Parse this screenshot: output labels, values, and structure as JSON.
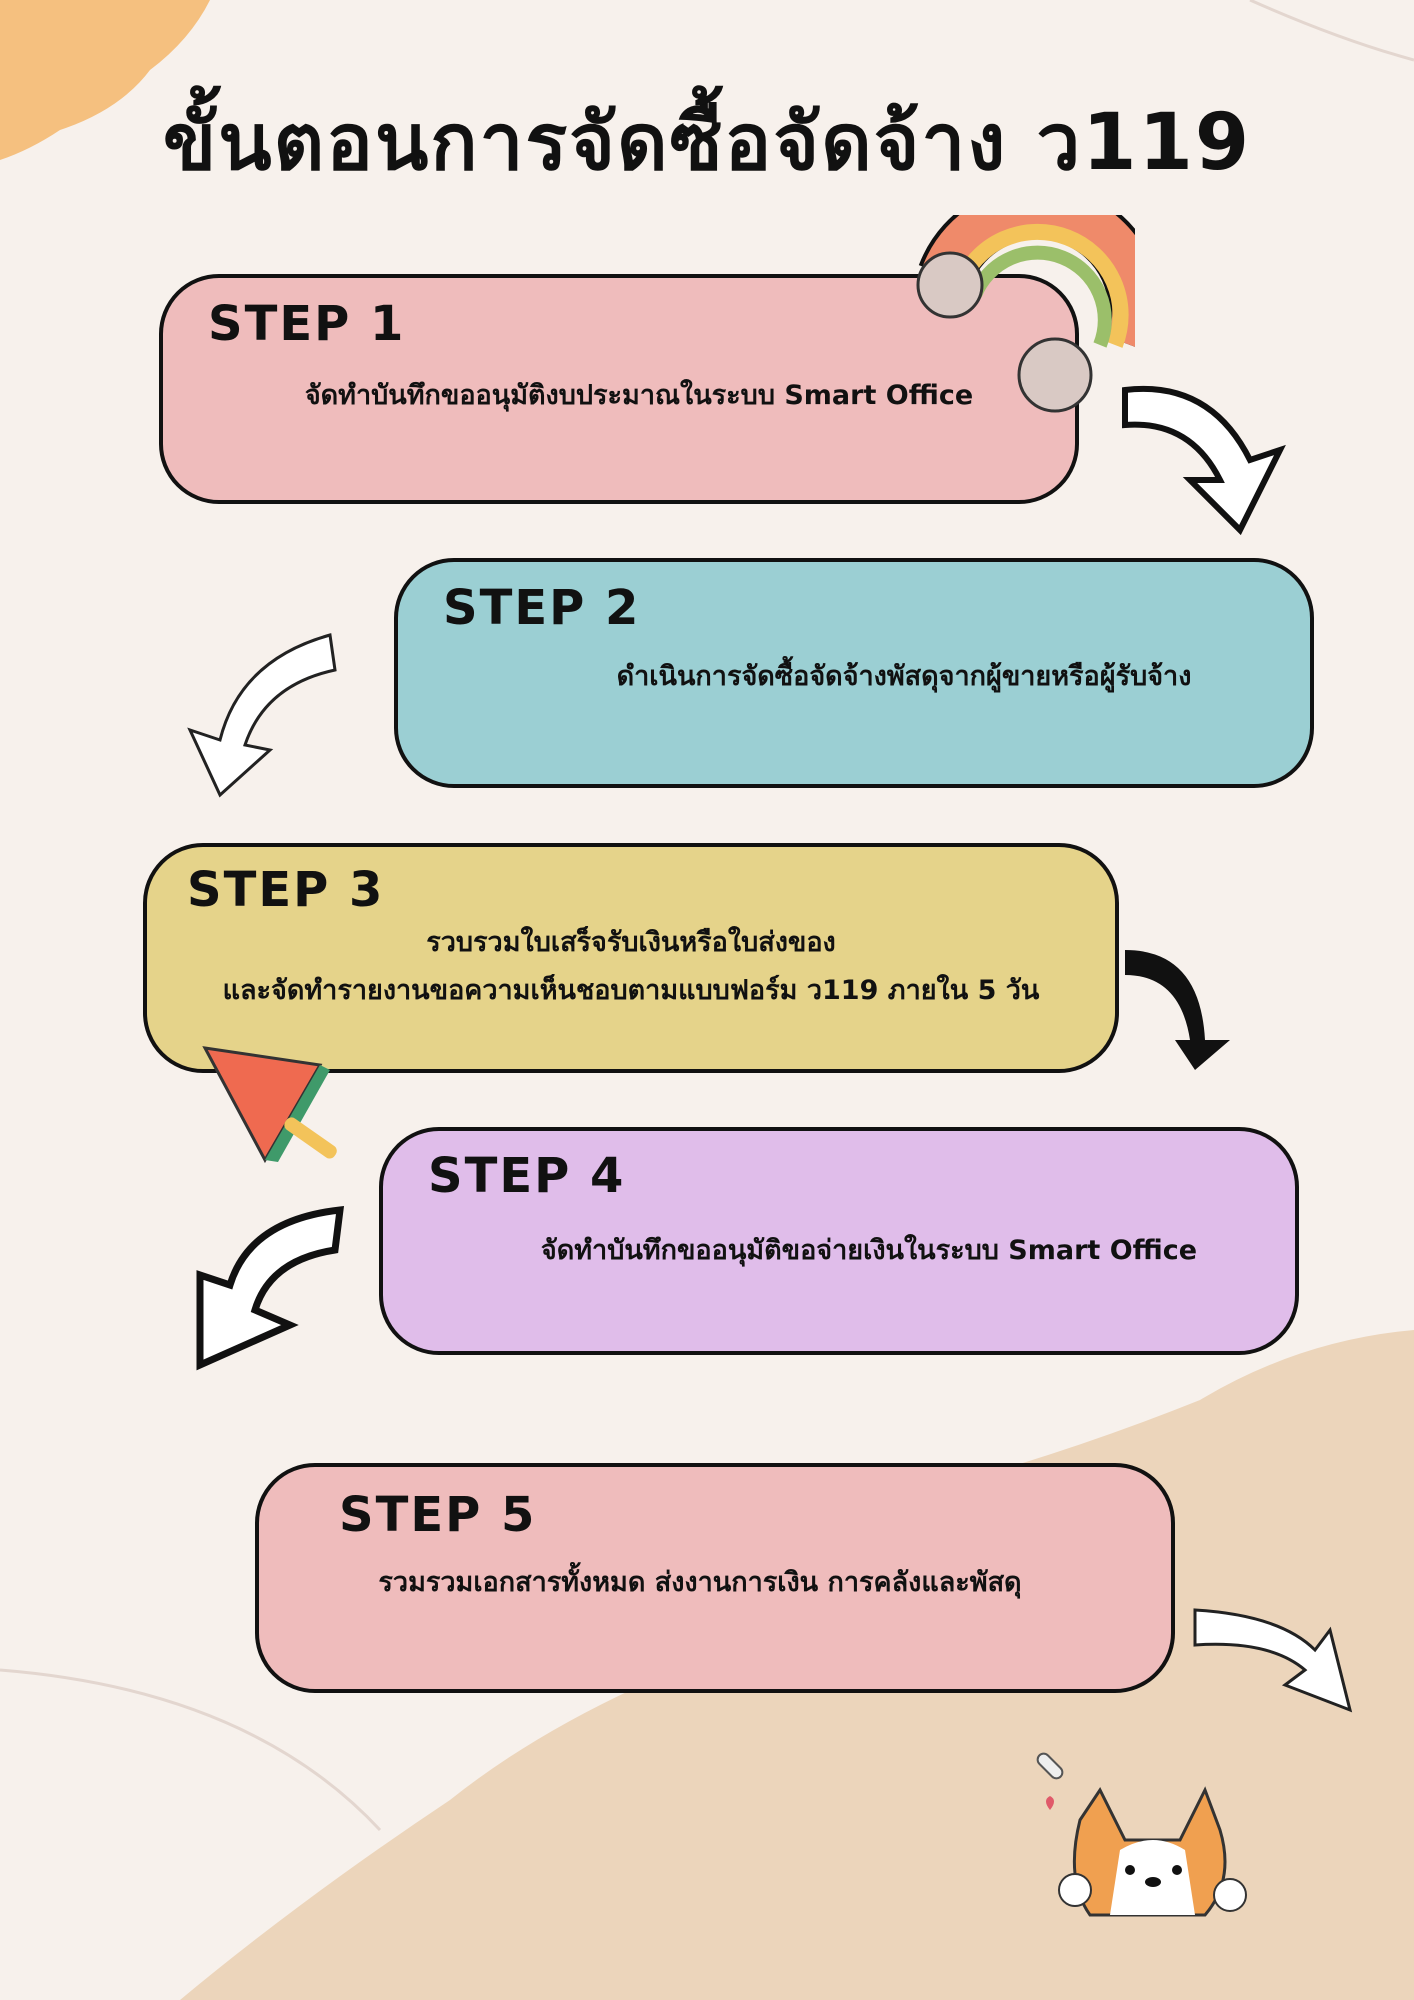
{
  "title": "ขั้นตอนการจัดซื้อจัดจ้าง ว119",
  "steps": [
    {
      "label": "STEP 1",
      "desc": "จัดทำบันทึกขออนุมัติงบประมาณในระบบ Smart Office",
      "color": "#efbcbc"
    },
    {
      "label": "STEP 2",
      "desc": "ดำเนินการจัดซื้อจัดจ้างพัสดุจากผู้ขายหรือผู้รับจ้าง",
      "color": "#9bcfd3"
    },
    {
      "label": "STEP 3",
      "desc": "รวบรวมใบเสร็จรับเงินหรือใบส่งของ",
      "desc2": "และจัดทำรายงานขอความเห็นชอบตามแบบฟอร์ม ว119 ภายใน 5 วัน",
      "color": "#e5d38a"
    },
    {
      "label": "STEP 4",
      "desc": "จัดทำบันทึกขออนุมัติขอจ่ายเงินในระบบ Smart Office",
      "color": "#e0bdea"
    },
    {
      "label": "STEP 5",
      "desc": "รวมรวมเอกสารทั้งหมด ส่งงานการเงิน การคลังและพัสดุ",
      "color": "#efbcbc"
    }
  ],
  "colors": {
    "background": "#f7f1ec",
    "beige": "#ecd5bb",
    "orange": "#f5c07f"
  }
}
